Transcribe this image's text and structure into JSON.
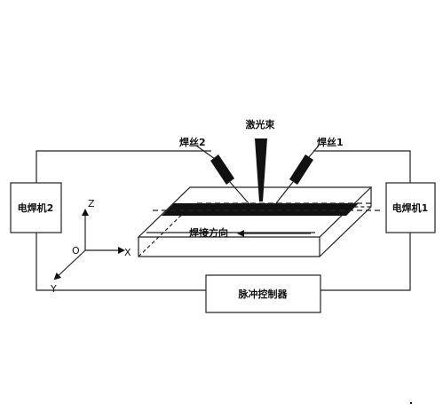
{
  "labels": {
    "laser_beam": "激光束",
    "wire_2": "焊丝2",
    "wire_1": "焊丝1",
    "welder_2": "电焊机2",
    "welder_1": "电焊机1",
    "weld_direction": "焊接方向",
    "pulse_controller": "脉冲控制器"
  },
  "axes": {
    "x": "X",
    "y": "Y",
    "z": "Z",
    "origin": "O"
  },
  "colors": {
    "line": "#222222",
    "fill_dark": "#111111",
    "background": "#ffffff"
  }
}
